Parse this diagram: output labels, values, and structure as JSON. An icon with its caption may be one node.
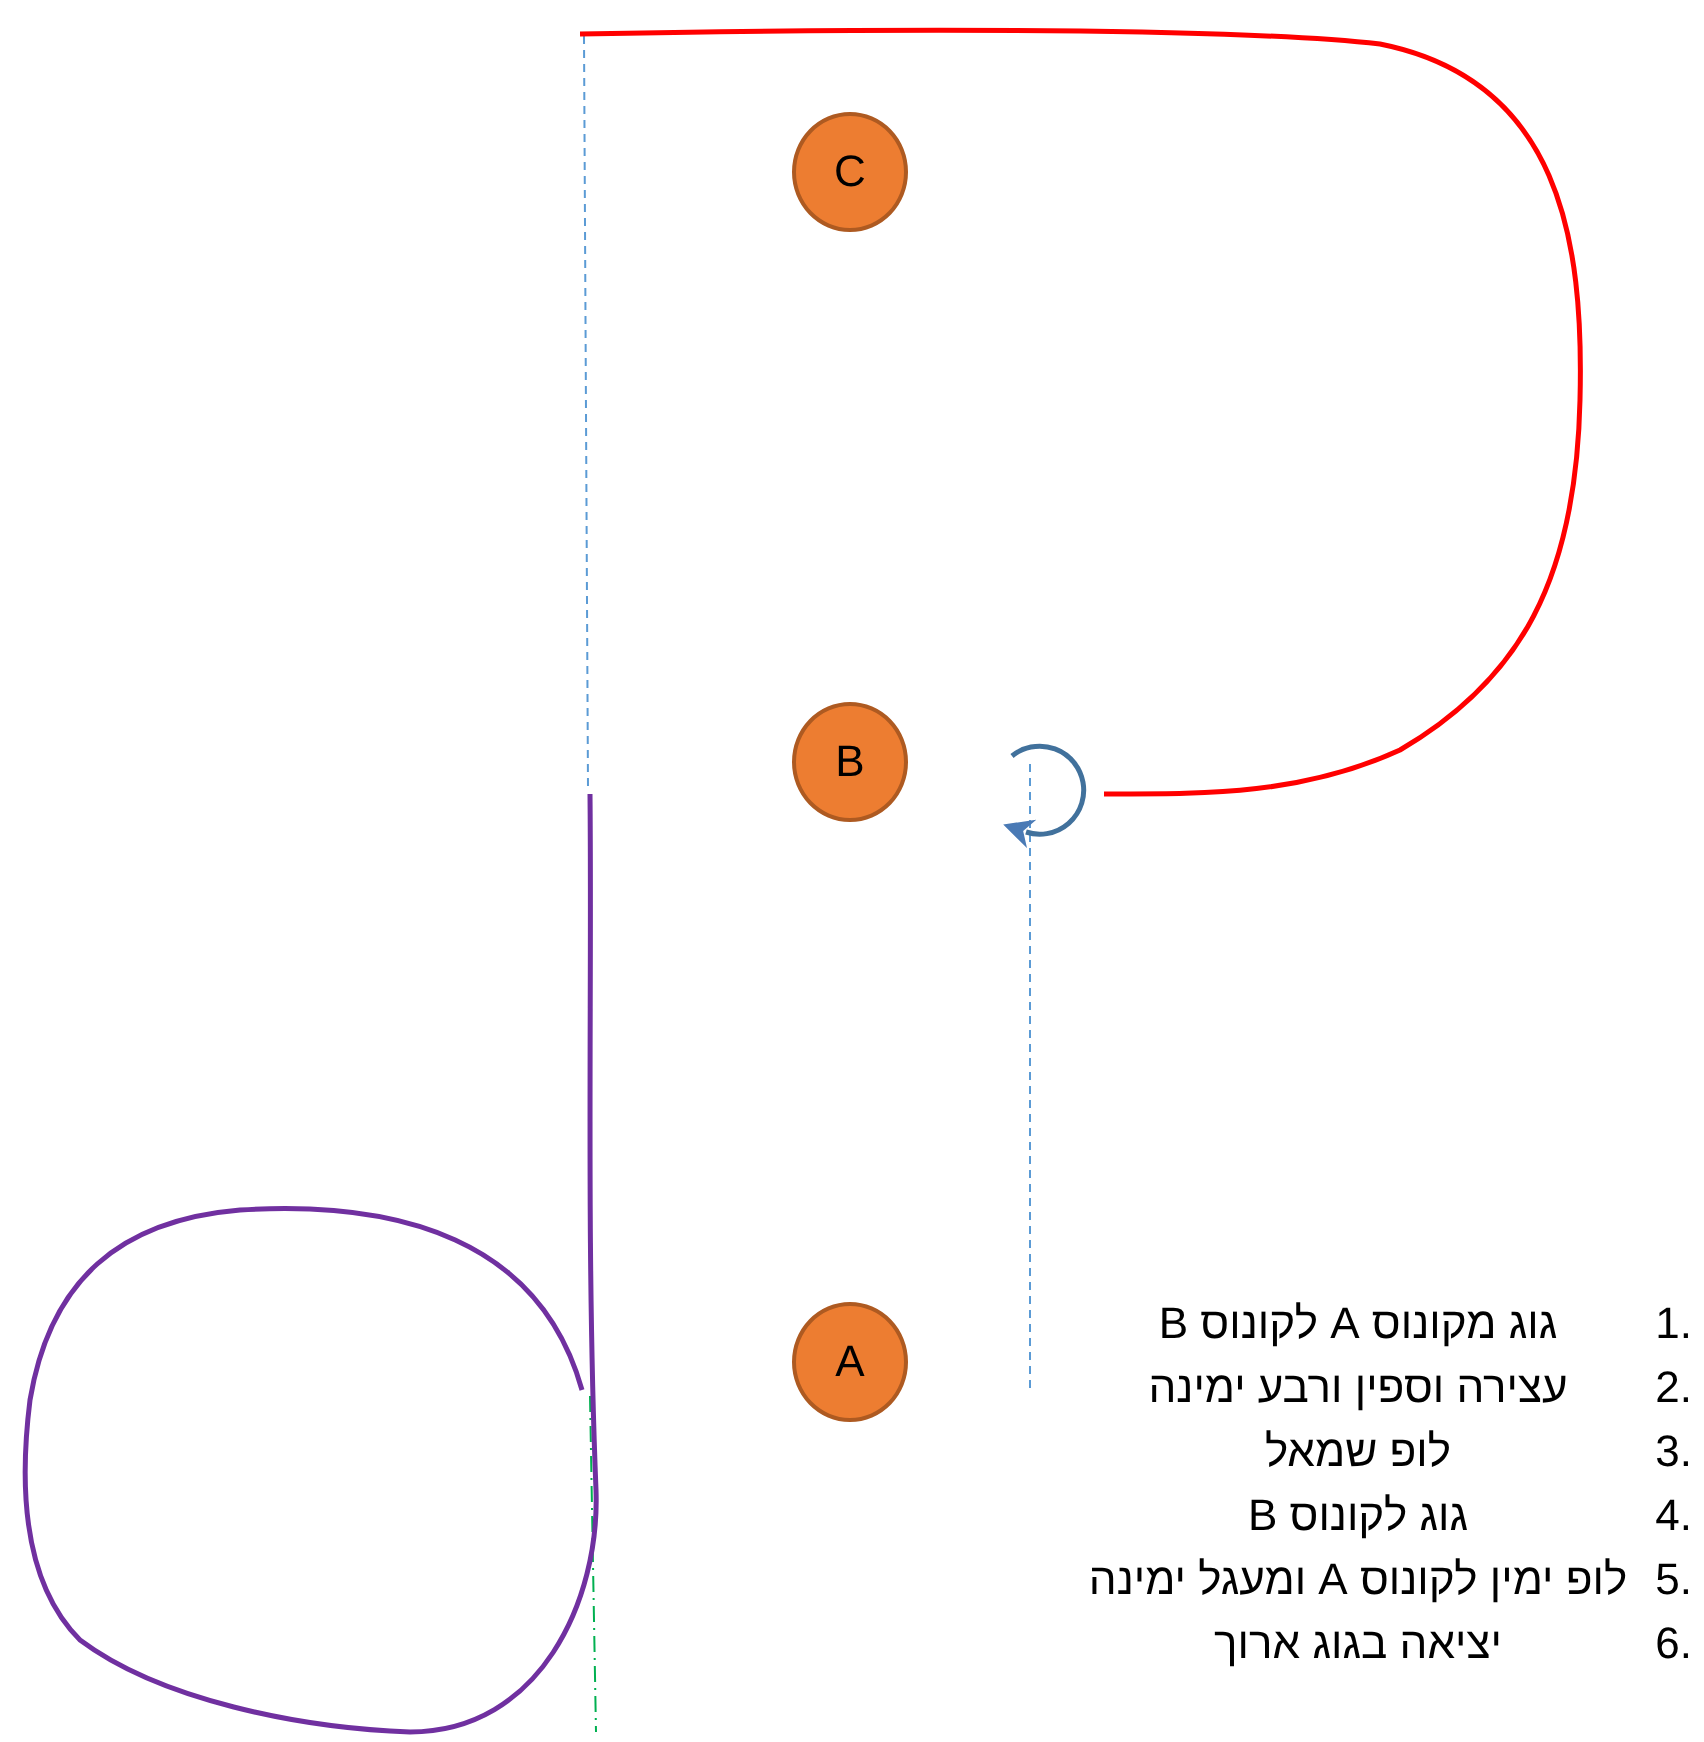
{
  "diagram": {
    "nodes": [
      {
        "text": [
          "C"
        ]
      },
      {
        "text": [
          "B"
        ]
      },
      {
        "text": [
          "A"
        ]
      }
    ],
    "labels": [
      "1.",
      "גוג מקונוס A  לקונוס B",
      "2.",
      "עצירה וספין ורבע ימינה",
      "3.",
      "לופ שמאל",
      "4.",
      "גוג לקונוס B",
      "5.",
      "לופ ימין לקונוס A ומעגל ימינה",
      "6.",
      "יציאה בגוג ארוך"
    ]
  }
}
